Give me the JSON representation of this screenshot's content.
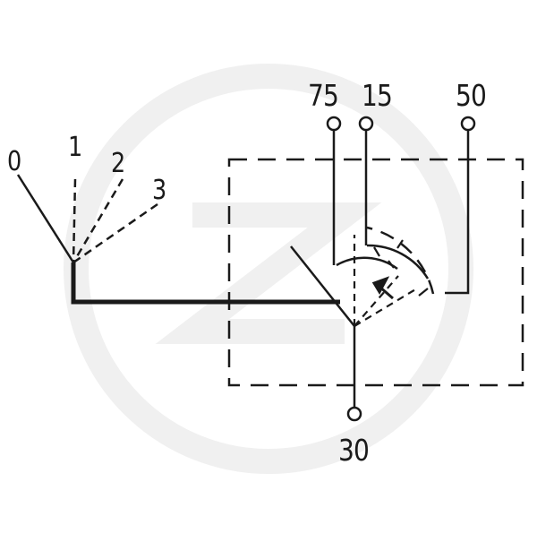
{
  "colors": {
    "line": "#1a1a1a",
    "watermark": "#f2f2f2",
    "background": "#ffffff"
  },
  "terminals": {
    "t75": "75",
    "t15": "15",
    "t50": "50",
    "t30": "30"
  },
  "positions": {
    "p0": "0",
    "p1": "1",
    "p2": "2",
    "p3": "3"
  }
}
